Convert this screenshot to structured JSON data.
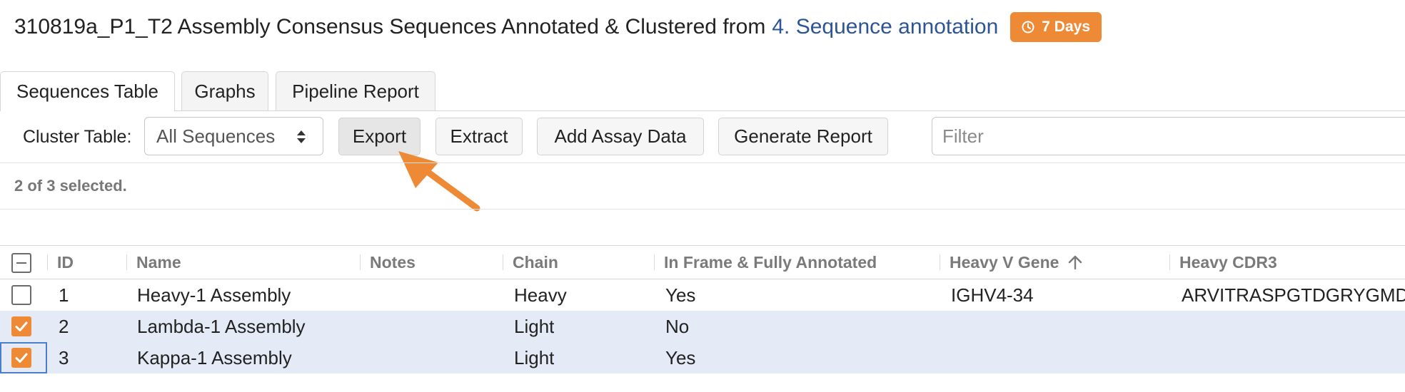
{
  "title": {
    "text": "310819a_P1_T2 Assembly Consensus Sequences Annotated & Clustered from",
    "link": "4. Sequence annotation",
    "badge": "7 Days",
    "badge_icon": "clock-icon"
  },
  "tabs": [
    {
      "label": "Sequences Table",
      "active": true
    },
    {
      "label": "Graphs",
      "active": false
    },
    {
      "label": "Pipeline Report",
      "active": false
    }
  ],
  "toolbar": {
    "cluster_label": "Cluster Table:",
    "cluster_value": "All Sequences",
    "export": "Export",
    "extract": "Extract",
    "add_assay": "Add Assay Data",
    "generate_report": "Generate Report",
    "filter_placeholder": "Filter"
  },
  "selection": {
    "text": "2 of 3 selected."
  },
  "table": {
    "columns": [
      "ID",
      "Name",
      "Notes",
      "Chain",
      "In Frame & Fully Annotated",
      "Heavy V Gene",
      "Heavy CDR3"
    ],
    "sort_column": "Heavy V Gene",
    "sort_direction": "ascending",
    "rows": [
      {
        "id": "1",
        "name": "Heavy-1 Assembly",
        "notes": "",
        "chain": "Heavy",
        "in_frame": "Yes",
        "heavy_v": "IGHV4-34",
        "heavy_cdr3": "ARVITRASPGTDGRYGMDV",
        "checked": false
      },
      {
        "id": "2",
        "name": "Lambda-1 Assembly",
        "notes": "",
        "chain": "Light",
        "in_frame": "No",
        "heavy_v": "",
        "heavy_cdr3": "",
        "checked": true
      },
      {
        "id": "3",
        "name": "Kappa-1 Assembly",
        "notes": "",
        "chain": "Light",
        "in_frame": "Yes",
        "heavy_v": "",
        "heavy_cdr3": "",
        "checked": true
      }
    ]
  },
  "colors": {
    "accent": "#ee8a36",
    "link": "#2d5493",
    "selected_row": "#e5ebf6"
  }
}
